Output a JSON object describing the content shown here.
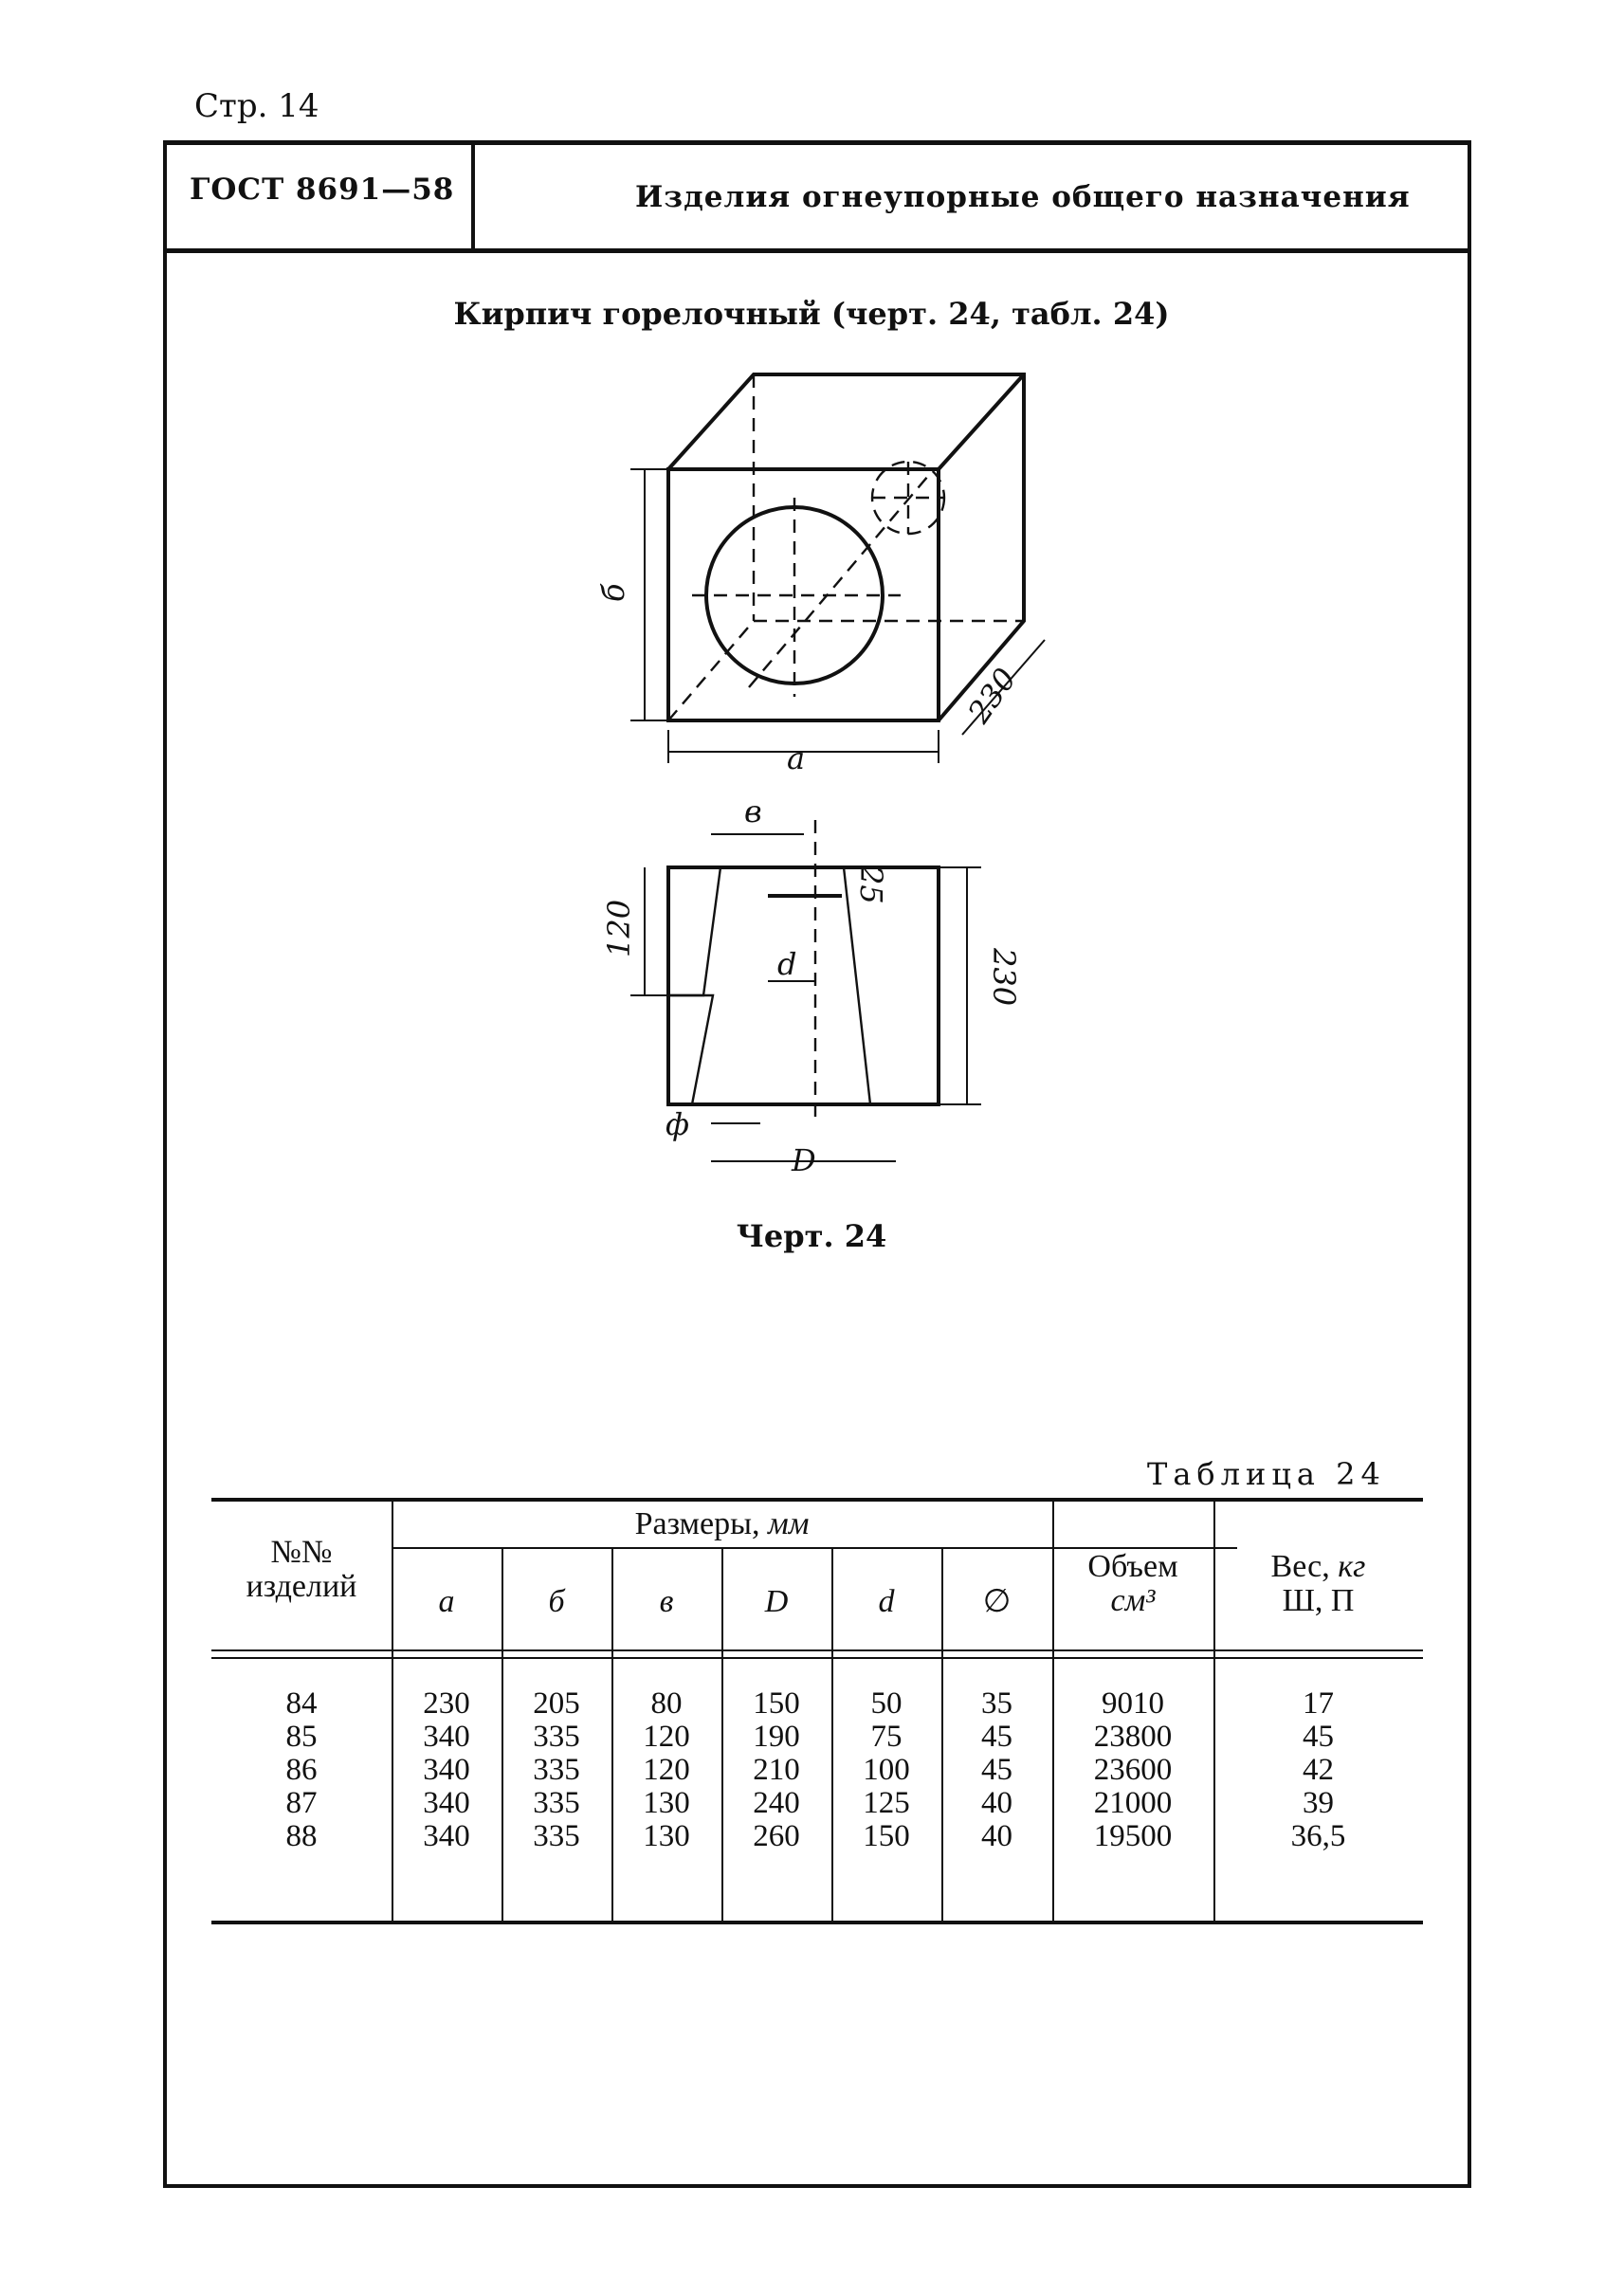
{
  "page": {
    "label": "Стр. 14"
  },
  "header": {
    "standard_code": "ГОСТ 8691—58",
    "title": "Изделия огнеупорные общего назначения"
  },
  "section": {
    "title": "Кирпич горелочный (черт. 24, табл. 24)"
  },
  "drawing": {
    "caption": "Черт. 24",
    "labels": {
      "a": "а",
      "b": "б",
      "depth": "230",
      "v": "в",
      "top_offset": "25",
      "height_120": "120",
      "height_230": "230",
      "d": "d",
      "D": "D",
      "phi": "ф"
    }
  },
  "table": {
    "caption": "Таблица 24",
    "header": {
      "item_no": "№№ изделий",
      "dimensions_group": "Размеры,",
      "dimensions_unit": "мм",
      "columns": [
        "а",
        "б",
        "в",
        "D",
        "d",
        "∅"
      ],
      "volume": "Объем",
      "volume_unit": "см³",
      "weight": "Вес,",
      "weight_unit": "кг",
      "weight_grades": "Ш, П"
    },
    "rows": [
      {
        "item": "84",
        "a": "230",
        "b": "205",
        "v": "80",
        "D": "150",
        "d": "50",
        "phi": "35",
        "volume": "9010",
        "weight": "17"
      },
      {
        "item": "85",
        "a": "340",
        "b": "335",
        "v": "120",
        "D": "190",
        "d": "75",
        "phi": "45",
        "volume": "23800",
        "weight": "45"
      },
      {
        "item": "86",
        "a": "340",
        "b": "335",
        "v": "120",
        "D": "210",
        "d": "100",
        "phi": "45",
        "volume": "23600",
        "weight": "42"
      },
      {
        "item": "87",
        "a": "340",
        "b": "335",
        "v": "130",
        "D": "240",
        "d": "125",
        "phi": "40",
        "volume": "21000",
        "weight": "39"
      },
      {
        "item": "88",
        "a": "340",
        "b": "335",
        "v": "130",
        "D": "260",
        "d": "150",
        "phi": "40",
        "volume": "19500",
        "weight": "36,5"
      }
    ]
  }
}
